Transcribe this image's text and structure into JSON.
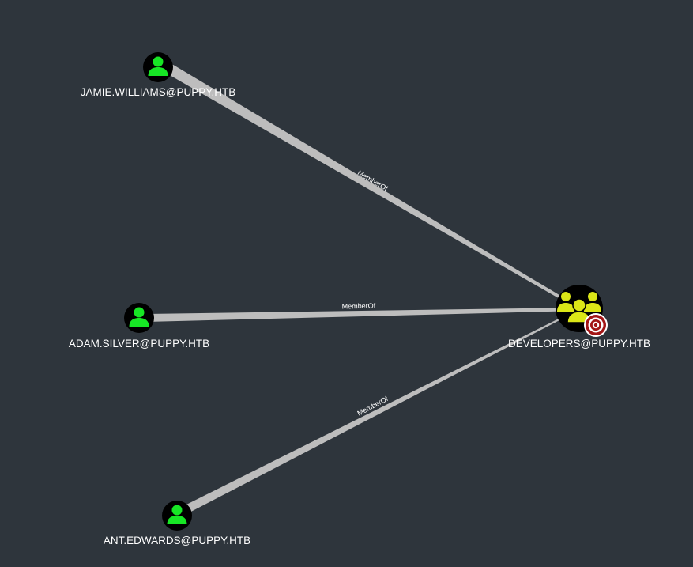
{
  "graph": {
    "background": "#2e353c",
    "edge_color": "#bdbdbd",
    "nodes": [
      {
        "id": "jamie",
        "label": "JAMIE.WILLIAMS@PUPPY.HTB",
        "type": "user",
        "icon": "user-icon",
        "color": "#17e625"
      },
      {
        "id": "adam",
        "label": "ADAM.SILVER@PUPPY.HTB",
        "type": "user",
        "icon": "user-icon",
        "color": "#17e625"
      },
      {
        "id": "ant",
        "label": "ANT.EDWARDS@PUPPY.HTB",
        "type": "user",
        "icon": "user-icon",
        "color": "#17e625"
      },
      {
        "id": "developers",
        "label": "DEVELOPERS@PUPPY.HTB",
        "type": "group",
        "icon": "group-icon",
        "color": "#dbe617",
        "badge": "target-icon"
      }
    ],
    "edges": [
      {
        "source": "jamie",
        "target": "developers",
        "label": "MemberOf"
      },
      {
        "source": "adam",
        "target": "developers",
        "label": "MemberOf"
      },
      {
        "source": "ant",
        "target": "developers",
        "label": "MemberOf"
      }
    ]
  }
}
